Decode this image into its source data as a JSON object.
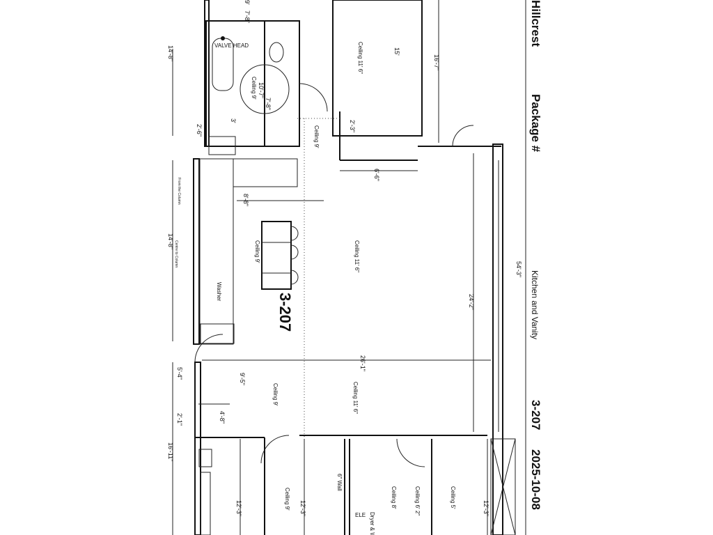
{
  "title_block": {
    "project": "Hillcrest",
    "package": "Package #",
    "scope": "Kitchen and Vanity",
    "unit": "3-207",
    "date": "2025-10-08",
    "overall_dim": "54'-3\""
  },
  "unit_label": "3-207",
  "ceilings": {
    "bedroom": "Ceiling 11' 6\"",
    "closet_hall": "Ceiling 9'",
    "bath": "Ceiling 9'",
    "kitchen": "Ceiling 9'",
    "living": "Ceiling 11' 6\"",
    "dining": "Ceiling 11' 6\"",
    "entry": "Ceiling 9'",
    "bottom_left": "Ceiling 9'",
    "laundry": "Ceiling 8'",
    "storage": "Ceiling 6' 2\"",
    "bottom_right": "Ceiling 5'"
  },
  "dimensions": {
    "left_top": "14'-8\"",
    "left_mid": "14'-8\"",
    "left_bottom": "16'-11\"",
    "left_5_4": "5'-4\"",
    "left_2_1": "2'-1\"",
    "bath_10_7": "10'-7\"",
    "bath_7_8a": "7'-8\"",
    "bath_7_8b": "7'-8\"",
    "bath_9": "9'",
    "bath_3": "3'",
    "bath_2_6": "2'-6\"",
    "bedroom_16_7": "16'-7\"",
    "bedroom_15": "15'",
    "closet_2_3": "2'-3\"",
    "closet_6_6": "6'-6\"",
    "kitchen_8_8": "8'-8\"",
    "living_24_2": "24'-2\"",
    "living_26_1": "26'-1\"",
    "entry_9_5": "9'-5\"",
    "entry_4_8": "4'-8\"",
    "bottom_12_3a": "12'-3\"",
    "bottom_12_3b": "12'-3\"",
    "bottom_12_3c": "12'-3\""
  },
  "notes": {
    "valve_head": "VALVE HEAD",
    "washer": "Washer",
    "dryer_washer": "Dryer & Washer",
    "ele": "ELE",
    "wall": "6\" Wall",
    "from_column": "From the Column",
    "centre_column": "Centre to Column"
  }
}
